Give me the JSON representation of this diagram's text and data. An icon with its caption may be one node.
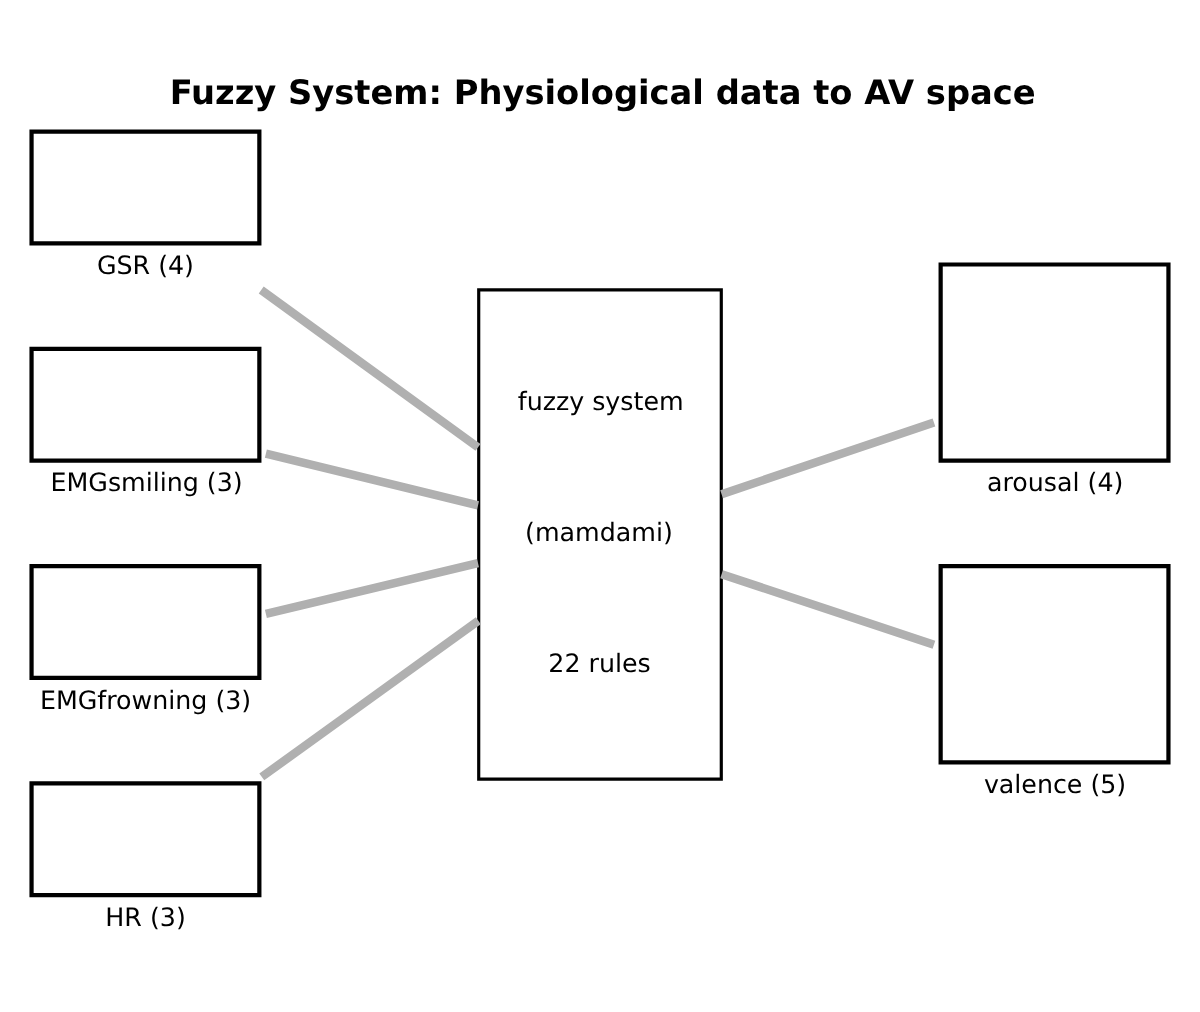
{
  "diagram": {
    "title": "Fuzzy System: Physiological data to AV space",
    "nodes": [
      {
        "text": [
          "GSR (4)"
        ]
      },
      {
        "text": [
          "EMGsmiling (3)"
        ]
      },
      {
        "text": [
          "EMGfrowning (3)"
        ]
      },
      {
        "text": [
          "HR (3)"
        ]
      },
      {
        "text": [
          "fuzzy system",
          "(mamdami)",
          "22 rules"
        ]
      },
      {
        "text": [
          "arousal (4)"
        ]
      },
      {
        "text": [
          "valence (5)"
        ]
      }
    ],
    "edges": [
      {
        "from": 0,
        "to": 4,
        "arrow": "none"
      },
      {
        "from": 1,
        "to": 4,
        "arrow": "none"
      },
      {
        "from": 2,
        "to": 4,
        "arrow": "none"
      },
      {
        "from": 3,
        "to": 4,
        "arrow": "none"
      },
      {
        "from": 4,
        "to": 5,
        "arrow": "none"
      },
      {
        "from": 4,
        "to": 6,
        "arrow": "none"
      }
    ]
  }
}
